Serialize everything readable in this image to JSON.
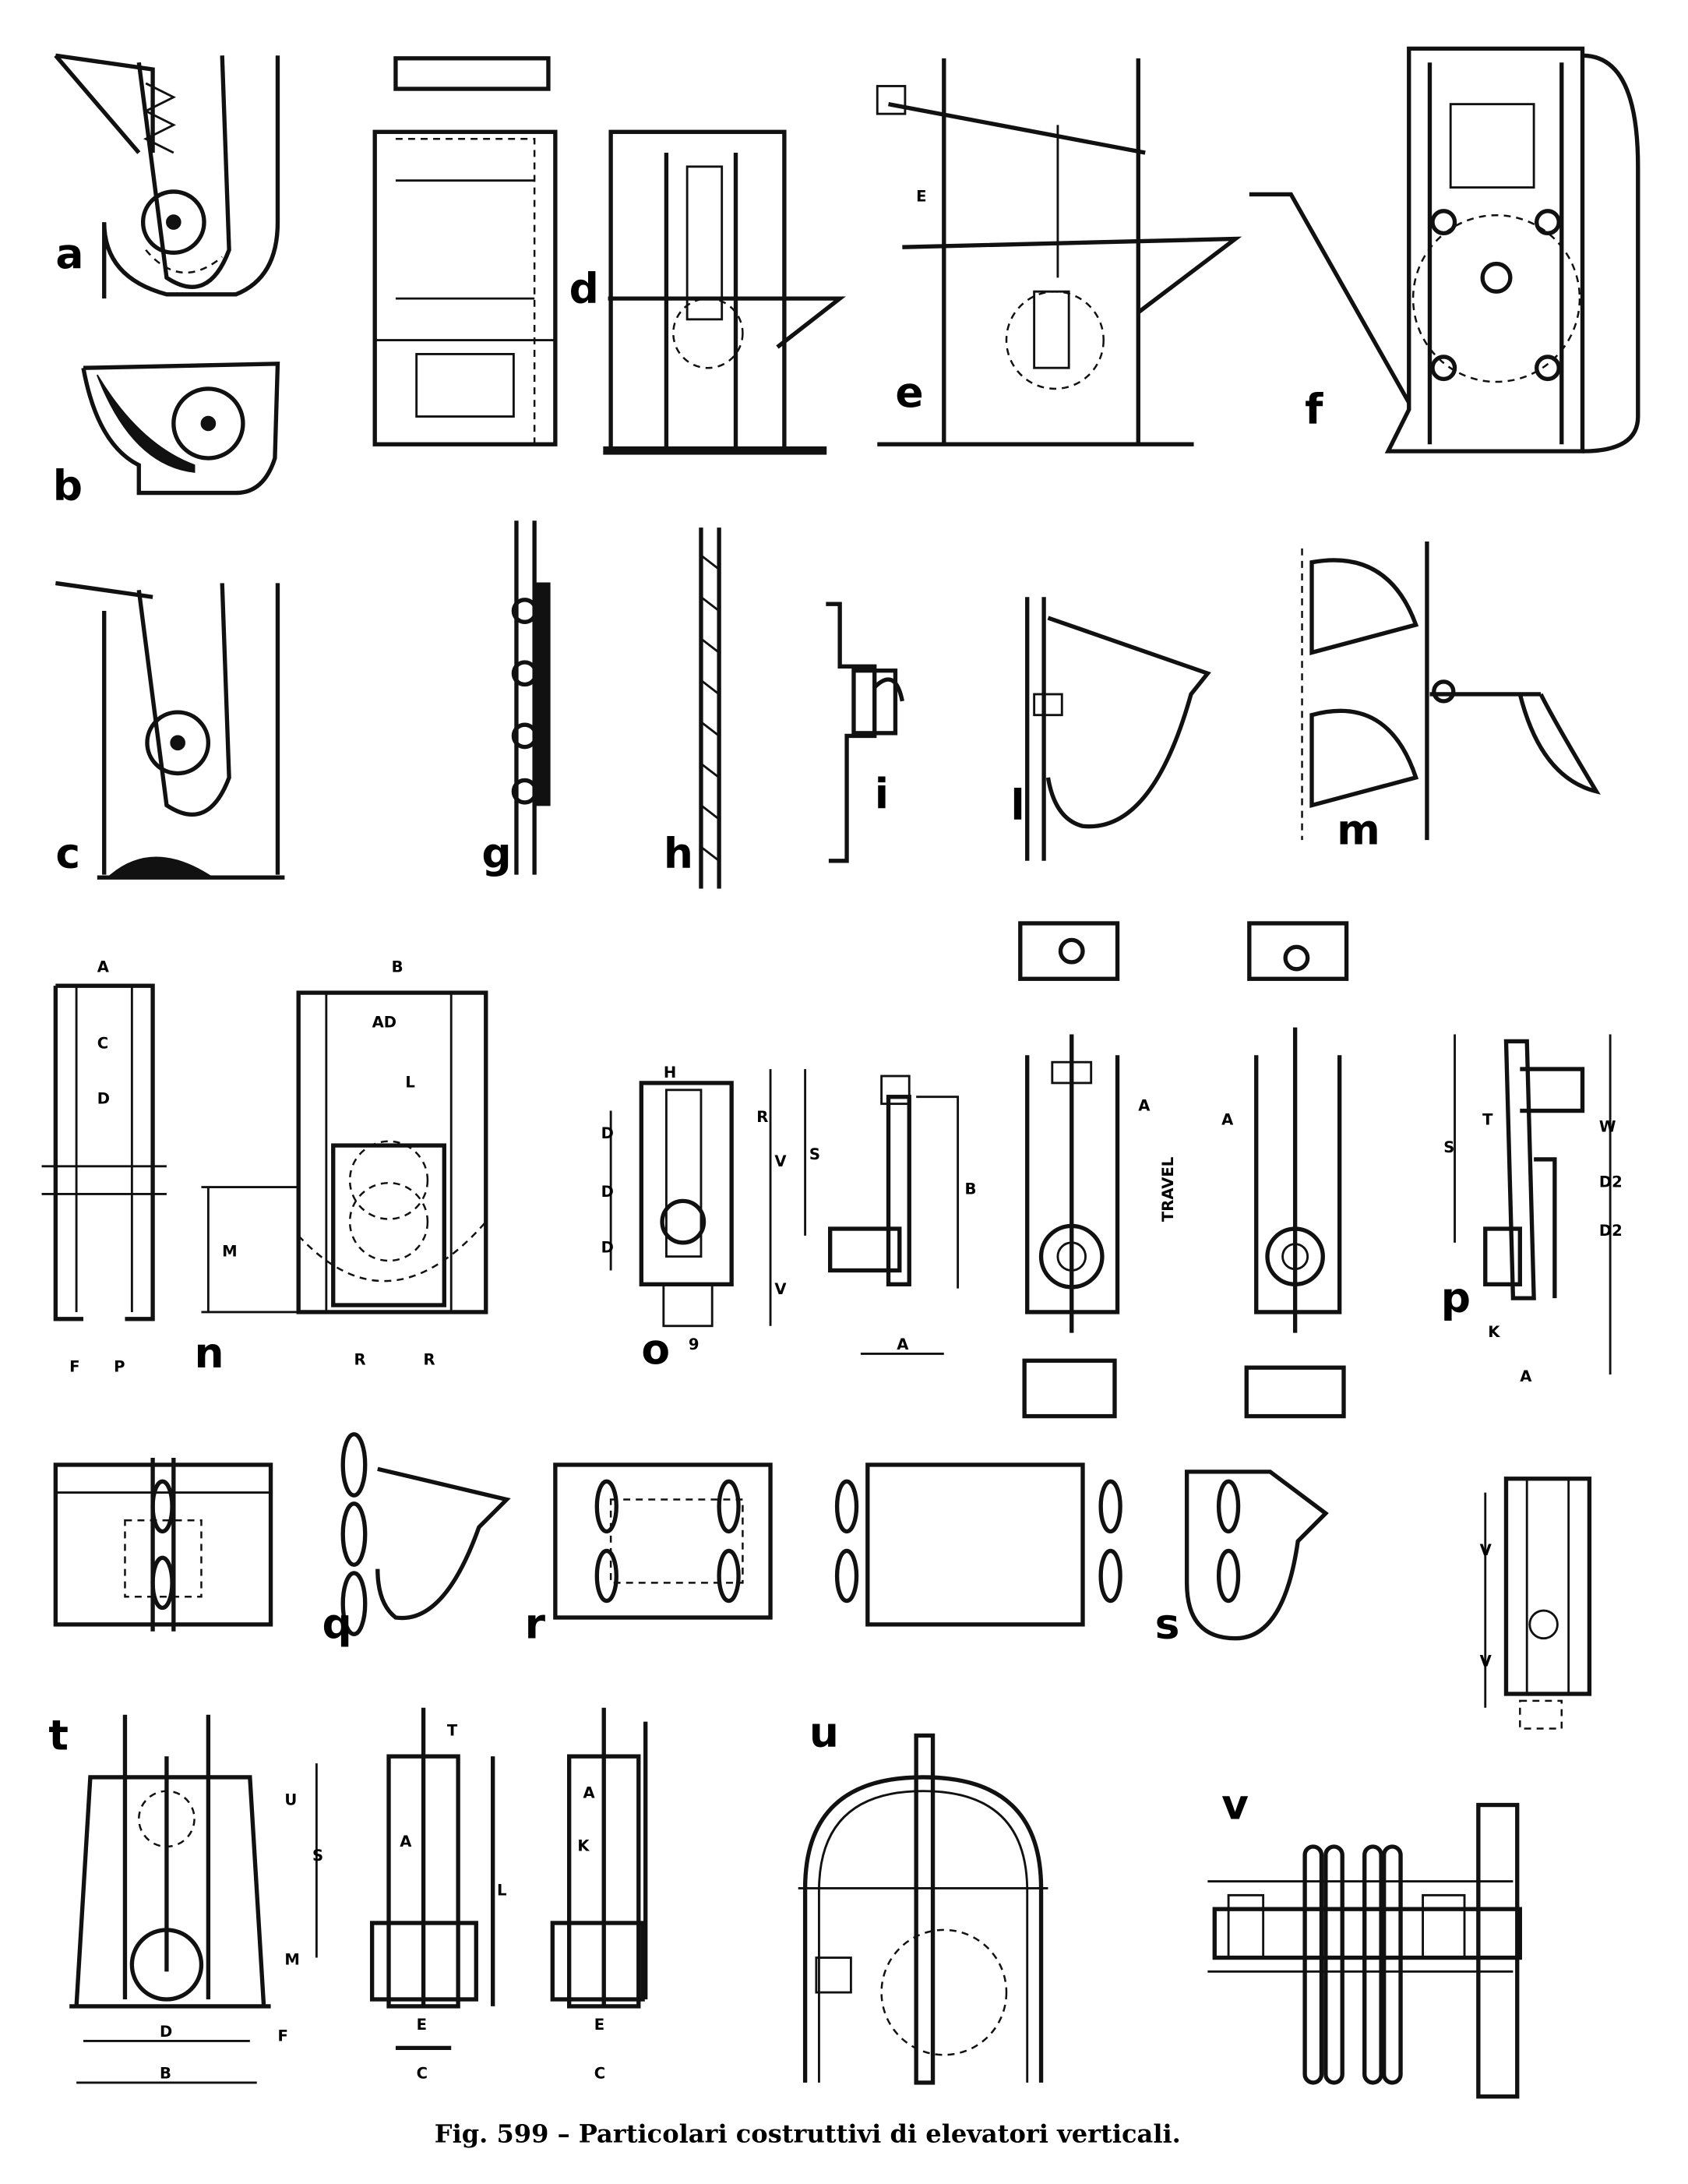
{
  "caption": "Fig. 599 – Particolari costruttivi di elevatori verticali.",
  "figure_letters": {
    "a": "a",
    "b": "b",
    "c": "c",
    "d": "d",
    "e": "e",
    "f": "f",
    "g": "g",
    "h": "h",
    "i": "i",
    "l": "l",
    "m": "m",
    "n": "n",
    "o": "o",
    "p": "p",
    "q": "q",
    "r": "r",
    "s": "s",
    "t": "t",
    "u": "u",
    "v": "v"
  },
  "dimensions": {
    "e_label": "E",
    "n": {
      "a": "A",
      "c": "C",
      "d": "D",
      "f": "F",
      "p": "P",
      "b": "B",
      "ad": "AD",
      "l": "L",
      "m": "M",
      "r1": "R",
      "r2": "R"
    },
    "o": {
      "h": "H",
      "r": "R",
      "d1": "D",
      "d2": "D",
      "d3": "D",
      "v1": "V",
      "v2": "V",
      "s": "S",
      "b": "B",
      "a": "A",
      "g": "9"
    },
    "travel": {
      "travel": "TRAVEL",
      "a": "A",
      "a2": "A"
    },
    "p": {
      "s": "S",
      "t": "T",
      "w": "W",
      "d2a": "D2",
      "d2b": "D2",
      "k": "K",
      "a": "A"
    },
    "side": {
      "v1": "V",
      "v2": "V"
    },
    "t": {
      "u": "U",
      "s": "S",
      "m": "M",
      "d": "D",
      "b": "B",
      "f": "F",
      "t": "T",
      "a": "A",
      "l": "L",
      "e": "E",
      "c": "C",
      "a2": "A",
      "k": "K",
      "e2": "E",
      "c2": "C"
    }
  }
}
